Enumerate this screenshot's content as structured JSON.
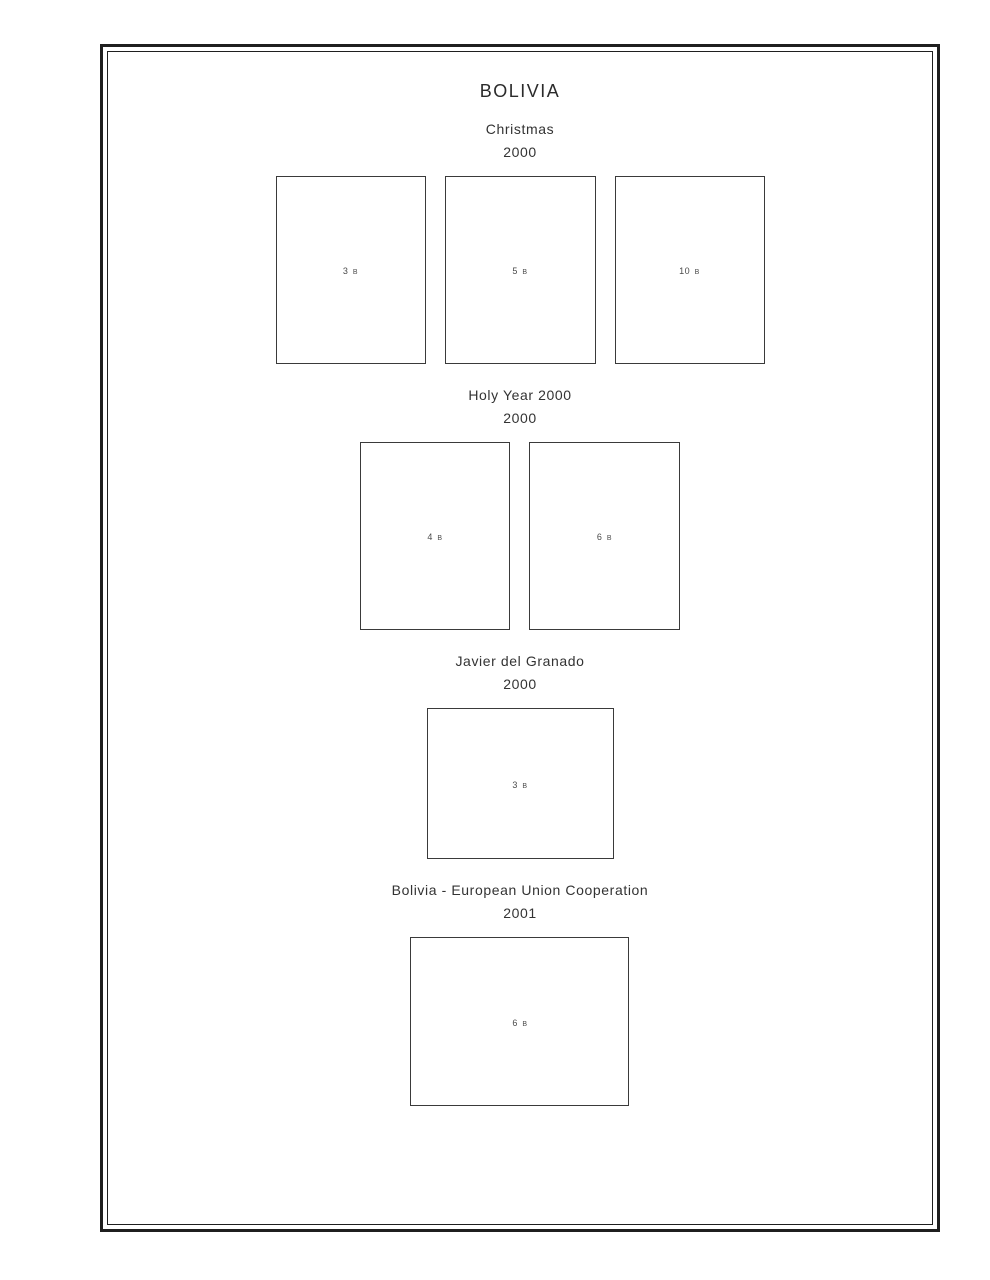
{
  "page": {
    "title": "BOLIVIA"
  },
  "palette": {
    "ink": "#333333",
    "frame": "#1f1f1f",
    "stamp_border": "#3a3a3a",
    "background": "#ffffff"
  },
  "sections": [
    {
      "title": "Christmas",
      "year": "2000",
      "stamps": [
        {
          "value": "3",
          "currency": "B"
        },
        {
          "value": "5",
          "currency": "B"
        },
        {
          "value": "10",
          "currency": "B"
        }
      ]
    },
    {
      "title": "Holy Year 2000",
      "year": "2000",
      "stamps": [
        {
          "value": "4",
          "currency": "B"
        },
        {
          "value": "6",
          "currency": "B"
        }
      ]
    },
    {
      "title": "Javier del Granado",
      "year": "2000",
      "stamps": [
        {
          "value": "3",
          "currency": "B"
        }
      ]
    },
    {
      "title": "Bolivia - European Union Cooperation",
      "year": "2001",
      "stamps": [
        {
          "value": "6",
          "currency": "B"
        }
      ]
    }
  ]
}
